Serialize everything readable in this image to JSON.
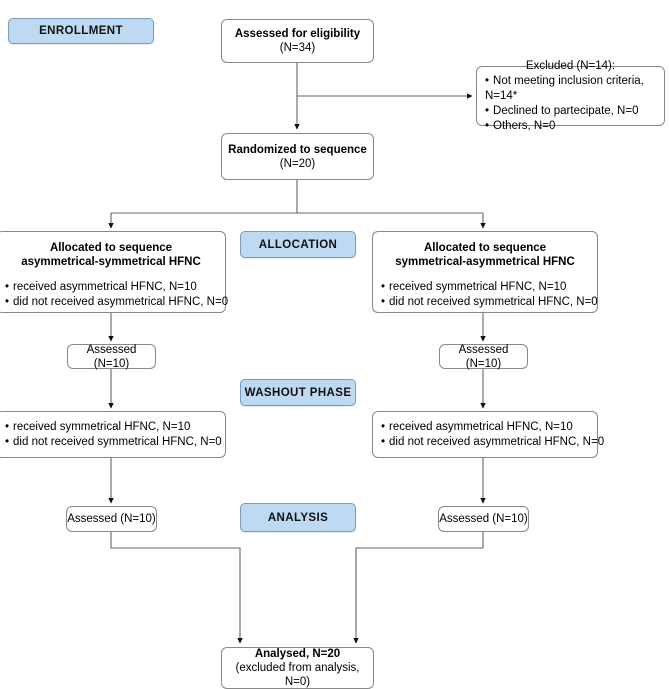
{
  "diagram": {
    "type": "consort-flow-diagram",
    "accent_blue": "#bed9f2",
    "border_gray": "#888888",
    "phases": {
      "enrollment": "ENROLLMENT",
      "allocation": "ALLOCATION",
      "washout": "WASHOUT PHASE",
      "analysis": "ANALYSIS"
    },
    "eligibility": {
      "title": "Assessed for eligibility",
      "count": "(N=34)"
    },
    "excluded": {
      "heading": "Excluded (N=14):",
      "items": [
        "Not meeting inclusion criteria, N=14*",
        "Declined to partecipate, N=0",
        "Others, N=0"
      ]
    },
    "randomized": {
      "title": "Randomized to sequence",
      "count": "(N=20)"
    },
    "allocation_left": {
      "title": "Allocated to sequence",
      "subtitle": "asymmetrical-symmetrical HFNC",
      "items": [
        "received asymmetrical HFNC, N=10",
        "did not received asymmetrical HFNC, N=0"
      ]
    },
    "allocation_right": {
      "title": "Allocated to sequence",
      "subtitle": "symmetrical-asymmetrical HFNC",
      "items": [
        "received symmetrical HFNC, N=10",
        "did not received symmetrical HFNC, N=0"
      ]
    },
    "assessed_left_1": "Assessed (N=10)",
    "assessed_right_1": "Assessed (N=10)",
    "washout_left": {
      "items": [
        "received symmetrical HFNC, N=10",
        "did not received symmetrical HFNC, N=0"
      ]
    },
    "washout_right": {
      "items": [
        "received asymmetrical HFNC, N=10",
        "did not received asymmetrical HFNC, N=0"
      ]
    },
    "assessed_left_2": "Assessed (N=10)",
    "assessed_right_2": "Assessed (N=10)",
    "analysed": {
      "title": "Analysed, N=20",
      "subtitle": "(excluded from analysis, N=0)"
    }
  }
}
